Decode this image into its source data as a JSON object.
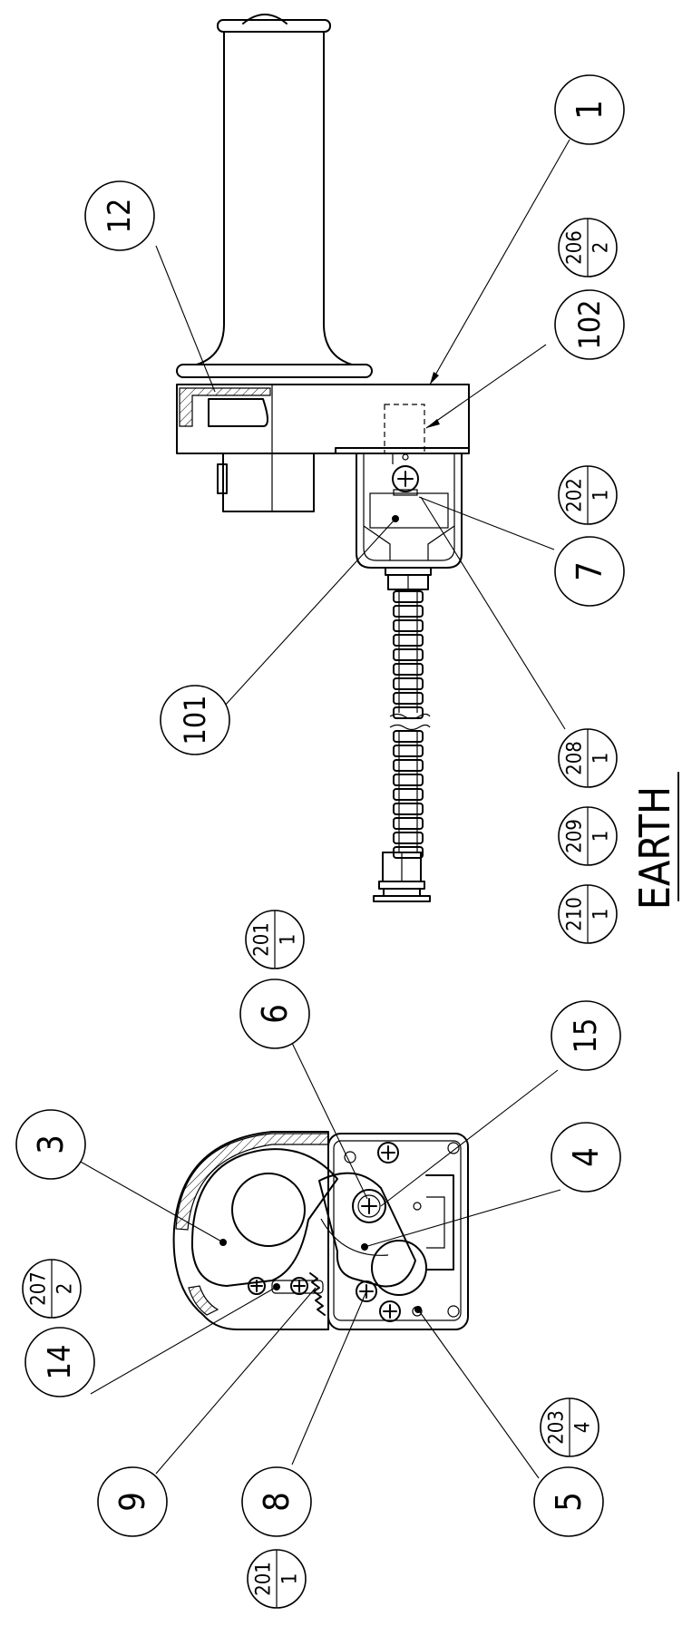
{
  "title": "EARTH",
  "callouts": {
    "c1": "1",
    "c3": "3",
    "c4": "4",
    "c5": "5",
    "c6": "6",
    "c7": "7",
    "c8": "8",
    "c9": "9",
    "c12": "12",
    "c14": "14",
    "c15": "15",
    "c101": "101",
    "c102": "102"
  },
  "qty_callouts": {
    "q206": {
      "part": "206",
      "qty": "2"
    },
    "q202": {
      "part": "202",
      "qty": "1"
    },
    "q208": {
      "part": "208",
      "qty": "1"
    },
    "q209": {
      "part": "209",
      "qty": "1"
    },
    "q210": {
      "part": "210",
      "qty": "1"
    },
    "q201a": {
      "part": "201",
      "qty": "1"
    },
    "q207": {
      "part": "207",
      "qty": "2"
    },
    "q203": {
      "part": "203",
      "qty": "4"
    },
    "q201b": {
      "part": "201",
      "qty": "1"
    }
  }
}
